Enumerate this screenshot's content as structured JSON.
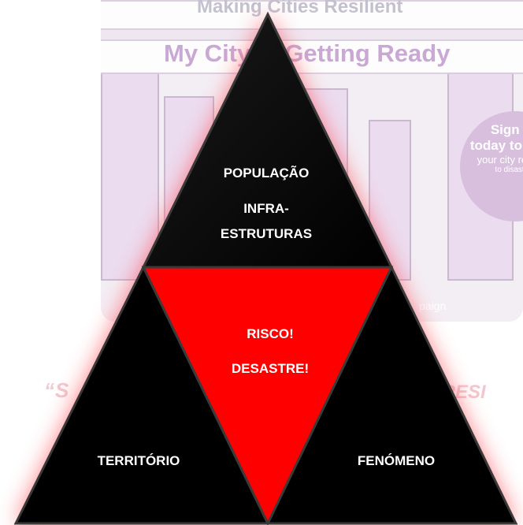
{
  "poster": {
    "title": "Making Cities Resilient",
    "subtitle": "My City is Getting Ready",
    "badge": {
      "line1": "Sign up",
      "line2": "today to make",
      "line3": "your city resilient",
      "line4": "to disasters"
    },
    "footer_fragment": "paign",
    "quote_left": "“S",
    "quote_right": "É RESI"
  },
  "pyramid": {
    "top_labels": [
      "POPULAÇÃO",
      "INFRA-",
      "ESTRUTURAS"
    ],
    "center_labels": [
      "RISCO!",
      "DESASTRE!"
    ],
    "bottom_left_label": "TERRITÓRIO",
    "bottom_right_label": "FENÓMENO",
    "colors": {
      "outer_triangle": "#000000",
      "inner_triangle": "#ff0000",
      "glow": "#ff4d5a",
      "label_text": "#ffffff"
    }
  }
}
